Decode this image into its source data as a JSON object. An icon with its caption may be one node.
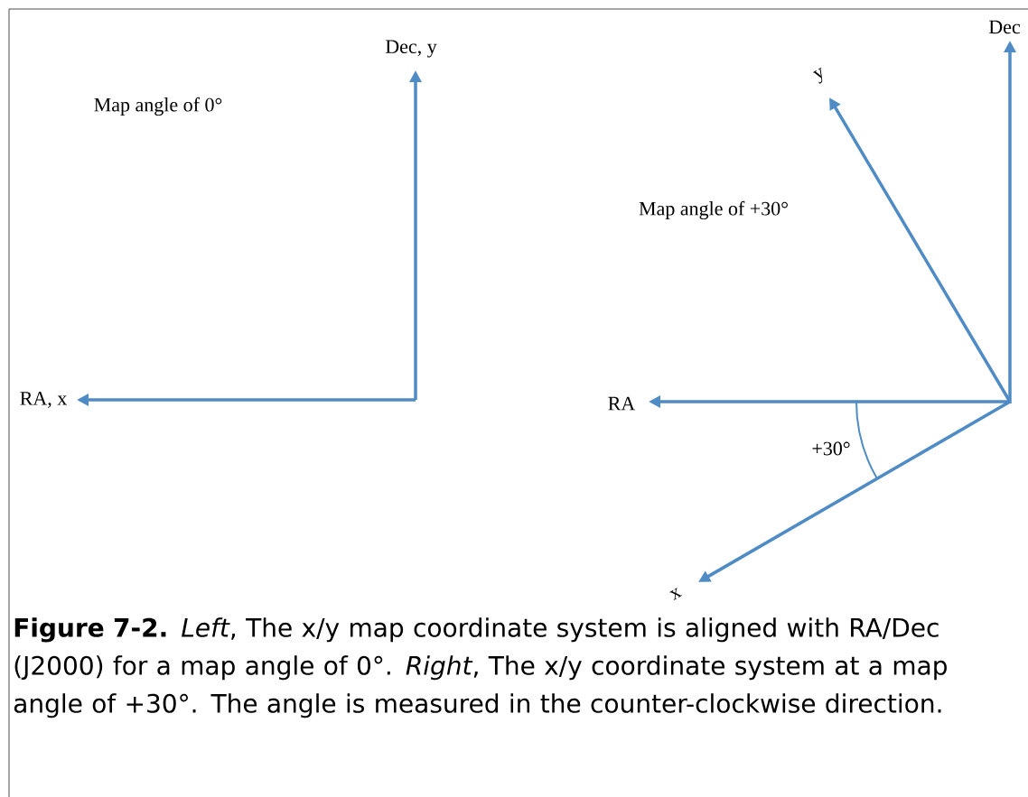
{
  "diagram": {
    "caption": "**Figure 7-2.** *Left*, The x/y map coordinate system is aligned with RA/Dec (J2000) for a map angle of 0°. *Right*, The x/y coordinate system at a map angle of +30°. The angle is measured in the counter-clockwise direction.",
    "labels": [
      "Dec, y",
      "Map angle of 0°",
      "RA, x",
      "Dec",
      "y",
      "Map angle of +30°",
      "RA",
      "+30°",
      "x"
    ]
  }
}
